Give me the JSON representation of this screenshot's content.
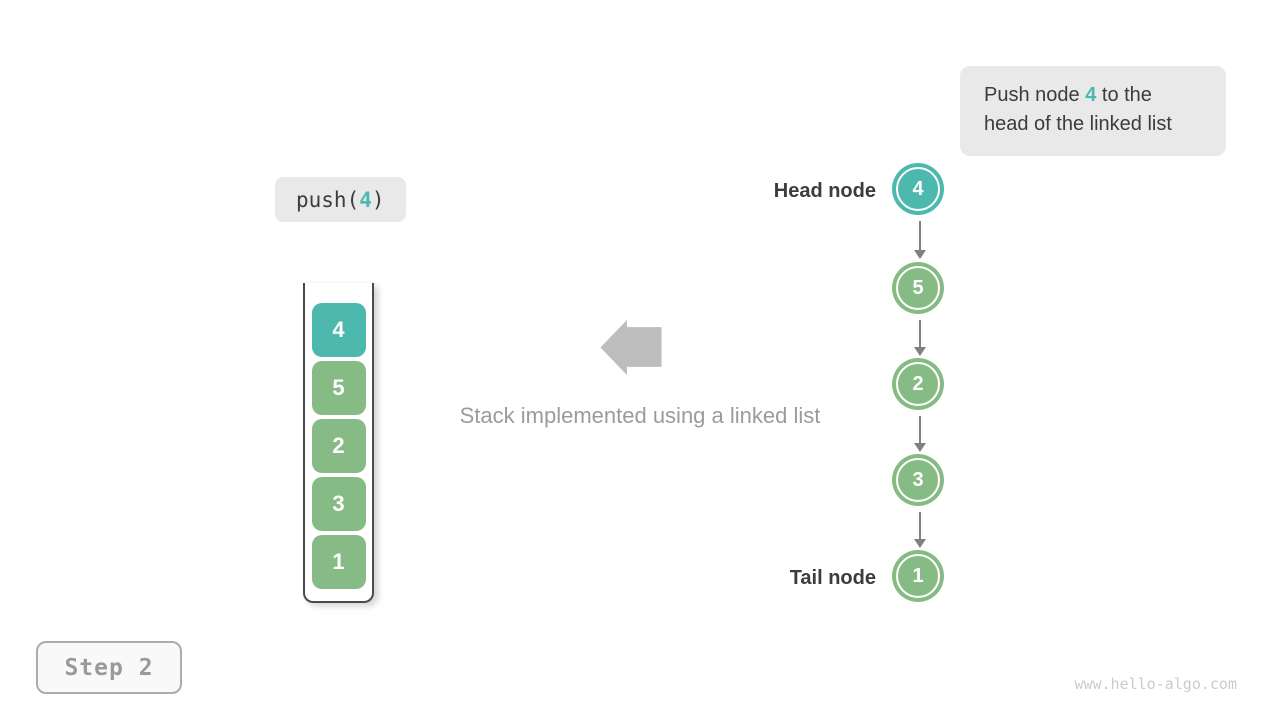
{
  "colors": {
    "teal": "#4DB8AE",
    "green": "#87BB85",
    "box_bg": "#E9E9E9",
    "dark_text": "#3C3C3C",
    "muted_text": "#9B9B9B",
    "block_arrow": "#BDBDBD",
    "link_arrow": "#808080",
    "container_border": "#4A4A4A",
    "step_text": "#9A9A9A",
    "step_border": "#ACACAC",
    "watermark": "#CBCBCB"
  },
  "hint": {
    "prefix": "Push node ",
    "value": "4",
    "suffix": " to the head of the linked list"
  },
  "operation": {
    "prefix": "push(",
    "value": "4",
    "suffix": ")"
  },
  "stack": {
    "items": [
      "4",
      "5",
      "2",
      "3",
      "1"
    ],
    "highlighted_index": 0
  },
  "caption": {
    "text": "Stack implemented using a linked list"
  },
  "linked_list": {
    "head_label": "Head node",
    "tail_label": "Tail node",
    "nodes": [
      "4",
      "5",
      "2",
      "3",
      "1"
    ],
    "highlighted_index": 0
  },
  "step": {
    "label": "Step 2"
  },
  "watermark": {
    "text": "www.hello-algo.com"
  }
}
